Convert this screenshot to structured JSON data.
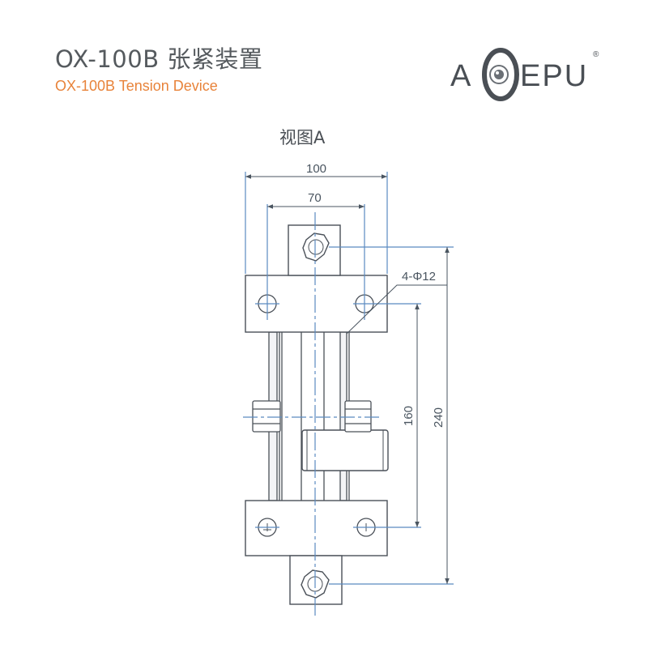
{
  "header": {
    "title_cn": "OX-100B 张紧装置",
    "title_en": "OX-100B Tension Device"
  },
  "logo": {
    "text_left": "A",
    "text_right": "EPU",
    "registered_mark": "®",
    "icon": "concentric-circle-logo-icon"
  },
  "drawing": {
    "view_label": "视图A",
    "dimensions": {
      "outer_width": "100",
      "inner_width": "70",
      "hole_callout": "4-Φ12",
      "hole_spacing": "160",
      "overall_height": "240"
    }
  },
  "colors": {
    "line": "#5b8ac0",
    "outline": "#4a5058",
    "dim_text": "#4a5560",
    "title_cn": "#555a5e",
    "title_en": "#e8833a"
  }
}
